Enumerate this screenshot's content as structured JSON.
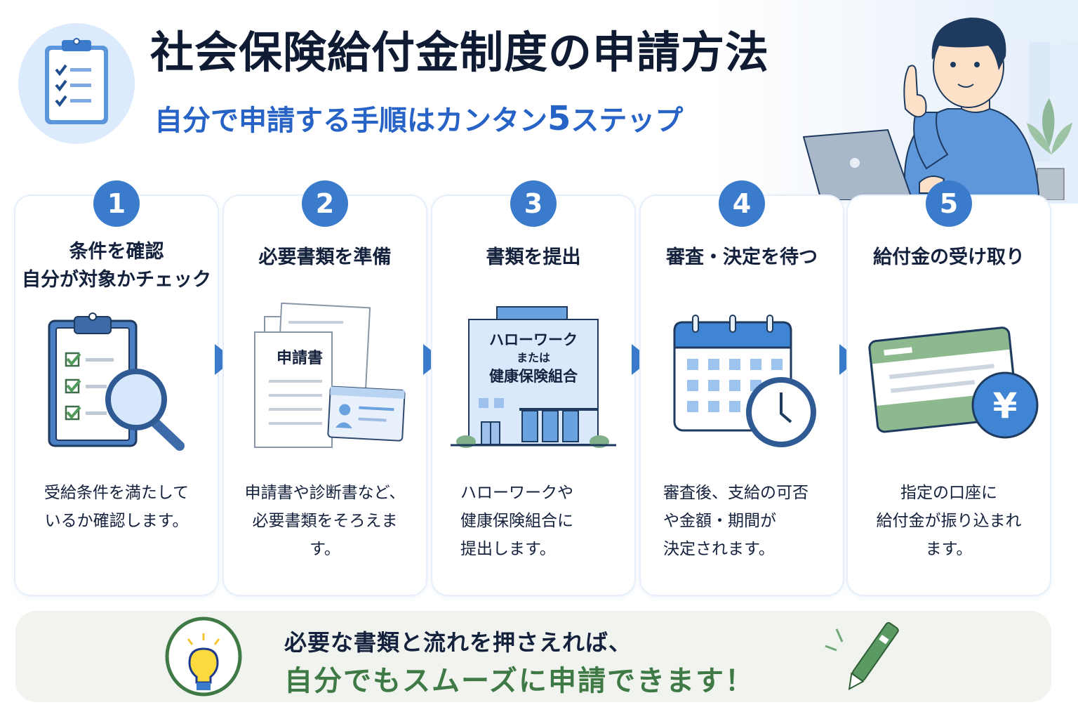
{
  "header": {
    "title": "社会保険給付金制度の申請方法",
    "subtitle_prefix": "自分で申請する手順はカンタン",
    "subtitle_number": "5",
    "subtitle_suffix": "ステップ",
    "hero_icon": "clipboard-checklist-icon",
    "illustration": "person-pointing-with-laptop"
  },
  "steps": [
    {
      "number": "1",
      "title_line1": "条件を確認",
      "title_line2": "自分が対象かチェック",
      "icon": "clipboard-magnifier-icon",
      "description": "受給条件を満たして\nいるか確認します。"
    },
    {
      "number": "2",
      "title_line1": "必要書類を準備",
      "title_line2": "",
      "icon": "documents-id-card-icon",
      "doc_label": "申請書",
      "description": "申請書や診断書など、\n必要書類をそろえます。"
    },
    {
      "number": "3",
      "title_line1": "書類を提出",
      "title_line2": "",
      "icon": "office-building-icon",
      "building_line1": "ハローワーク",
      "building_line2": "または",
      "building_line3": "健康保険組合",
      "description": "ハローワークや\n健康保険組合に\n提出します。"
    },
    {
      "number": "4",
      "title_line1": "審査・決定を待つ",
      "title_line2": "",
      "icon": "calendar-clock-icon",
      "description": "審査後、支給の可否\nや金額・期間が\n決定されます。"
    },
    {
      "number": "5",
      "title_line1": "給付金の受け取り",
      "title_line2": "",
      "icon": "bankbook-yen-icon",
      "yen_symbol": "¥",
      "description": "指定の口座に\n給付金が振り込まれ\nます。"
    }
  ],
  "footer": {
    "line1": "必要な書類と流れを押さえれば、",
    "line2": "自分でもスムーズに申請できます！",
    "left_icon": "lightbulb-icon",
    "right_icon": "pen-icon"
  },
  "colors": {
    "accent_blue": "#3a7bcc",
    "title_navy": "#0f1b33",
    "subtitle_blue": "#2763c6",
    "footer_green": "#3f7a46",
    "footer_bg": "#f1f3ef"
  }
}
